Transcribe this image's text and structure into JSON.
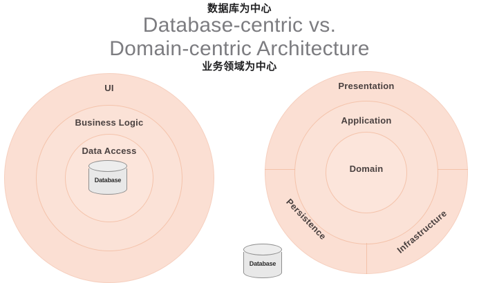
{
  "header": {
    "cn_top": "数据库为中心",
    "cn_bottom": "业务领域为中心",
    "title_line1": "Database-centric vs.",
    "title_line2": "Domain-centric Architecture",
    "title_color": "#7c7c80"
  },
  "colors": {
    "ring_fill_outer": "#fbdfd3",
    "ring_fill_mid": "#fbe2d7",
    "ring_fill_inner": "#fce5db",
    "ring_stroke": "#f4c3ab",
    "label_text": "#4a4140",
    "cylinder_fill": "#e8e8e8",
    "cylinder_stroke": "#8e8e8e"
  },
  "left_diagram": {
    "name": "database-centric",
    "rings": [
      {
        "key": "outer",
        "label": "UI"
      },
      {
        "key": "mid",
        "label": "Business Logic"
      },
      {
        "key": "inner",
        "label": "Data Access"
      }
    ],
    "cylinder": {
      "label": "Database"
    }
  },
  "right_diagram": {
    "name": "domain-centric",
    "rings": [
      {
        "key": "outer",
        "label": "Presentation"
      },
      {
        "key": "mid",
        "label": "Application"
      },
      {
        "key": "inner",
        "label": "Domain"
      }
    ],
    "arc_labels": [
      {
        "key": "persistence",
        "label": "Persistence"
      },
      {
        "key": "infrastructure",
        "label": "Infrastructure"
      }
    ]
  },
  "bottom_cylinder": {
    "label": "Database"
  }
}
